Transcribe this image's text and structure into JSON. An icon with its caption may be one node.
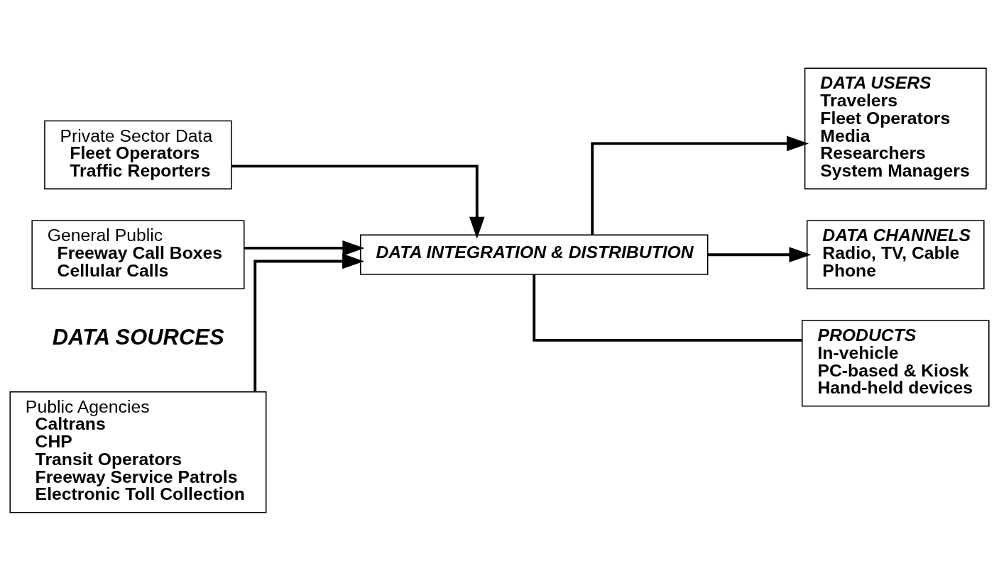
{
  "diagram": {
    "nodes": [
      {
        "text": [
          "Public Agencies",
          "Caltrans",
          "CHP",
          "Transit Operators",
          "Freeway Service Patrols",
          "Electronic Toll Collection"
        ]
      },
      {
        "text": [
          "Private Sector Data",
          "Fleet Operators",
          "Traffic Reporters"
        ]
      },
      {
        "text": [
          "General Public",
          "Freeway Call Boxes",
          "Cellular Calls"
        ]
      },
      {
        "text": [
          "DATA INTEGRATION & DISTRIBUTION"
        ]
      },
      {
        "text": [
          "DATA USERS",
          "Travelers",
          "Fleet Operators",
          "Media",
          "Researchers",
          "System Managers"
        ]
      },
      {
        "text": [
          "DATA CHANNELS",
          "Radio, TV, Cable",
          "Phone"
        ]
      },
      {
        "text": [
          "PRODUCTS",
          "In-vehicle",
          "PC-based & Kiosk",
          "Hand-held devices"
        ]
      }
    ],
    "edges": [
      {
        "from": 0,
        "to": 3,
        "arrow": "to"
      },
      {
        "from": 1,
        "to": 3,
        "arrow": "to"
      },
      {
        "from": 2,
        "to": 3,
        "arrow": "to"
      },
      {
        "from": 3,
        "to": 4,
        "arrow": "to"
      },
      {
        "from": 3,
        "to": 5,
        "arrow": "to"
      },
      {
        "from": 3,
        "to": 6,
        "arrow": "none"
      }
    ],
    "labels": [
      "DATA SOURCES"
    ]
  }
}
